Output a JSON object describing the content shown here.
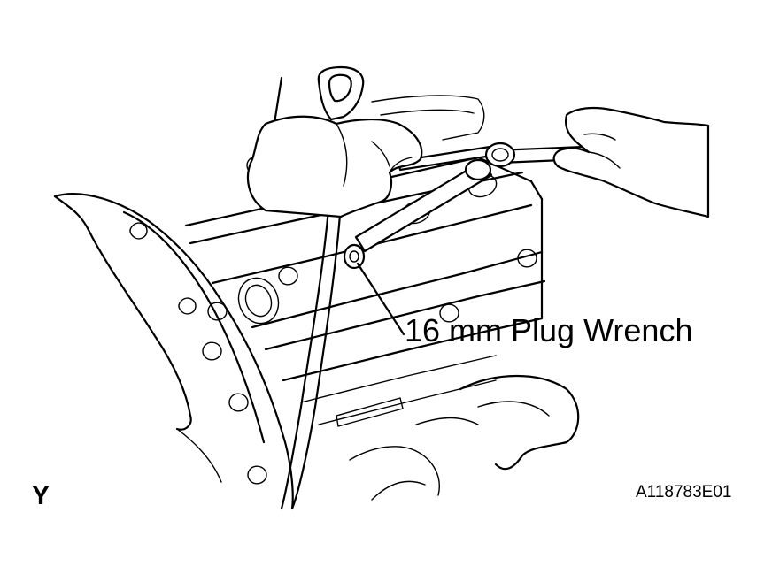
{
  "callout": {
    "label": "16 mm Plug Wrench"
  },
  "view_mark": "Y",
  "figure_id": "A118783E01",
  "colors": {
    "line": "#000000",
    "background": "#ffffff"
  }
}
